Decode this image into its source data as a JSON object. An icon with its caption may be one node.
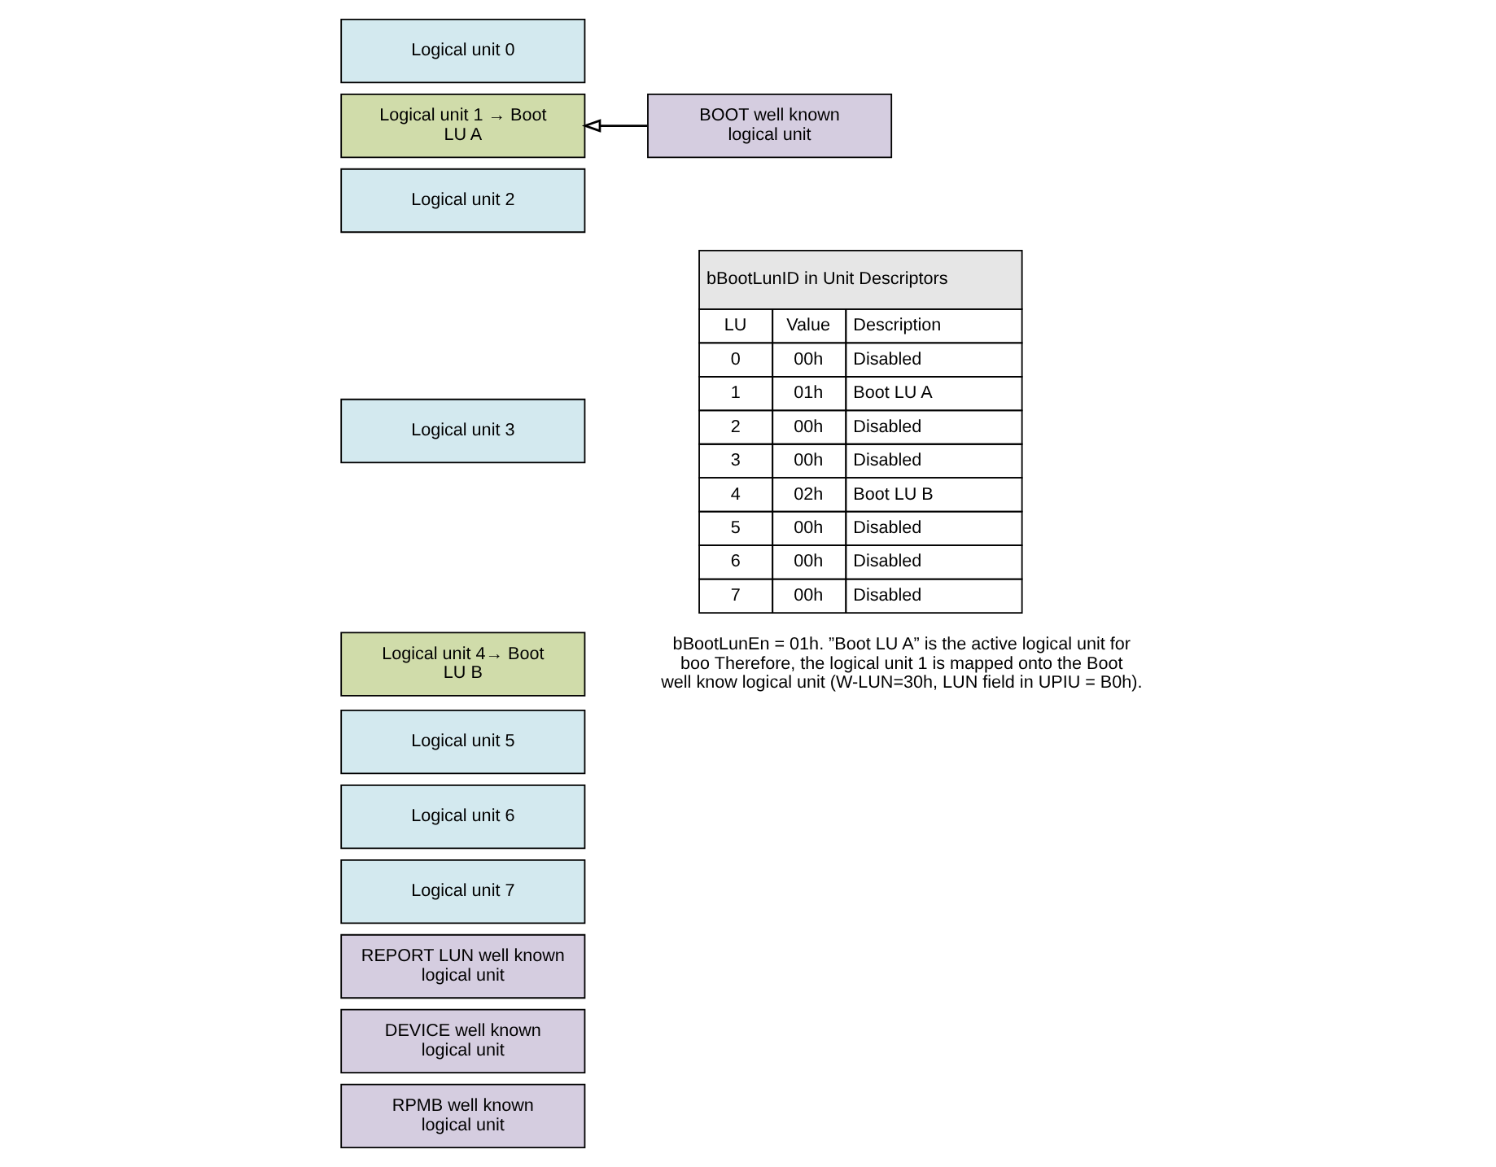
{
  "diagram": {
    "nodes": [
      {
        "text": [
          "Logical unit 0"
        ]
      },
      {
        "text": [
          "Logical unit 1 → Boot LU A"
        ]
      },
      {
        "text": [
          "Logical unit 2"
        ]
      },
      {
        "text": [
          "Logical unit 3"
        ]
      },
      {
        "text": [
          "Logical unit 4→ Boot LU B"
        ]
      },
      {
        "text": [
          "Logical unit 5"
        ]
      },
      {
        "text": [
          "Logical unit 6"
        ]
      },
      {
        "text": [
          "Logical unit 7"
        ]
      },
      {
        "text": [
          "REPORT LUN well known logical unit"
        ]
      },
      {
        "text": [
          "DEVICE well known logical unit"
        ]
      },
      {
        "text": [
          "RPMB well known logical unit"
        ]
      },
      {
        "text": [
          "BOOT well known logical unit"
        ]
      }
    ],
    "edges": [
      {
        "from": 11,
        "to": 1,
        "arrow": "to"
      }
    ],
    "labels": [
      "bBootLunID in Unit Descriptors",
      "LU",
      "Value",
      "Description",
      "0",
      "00h",
      "Disabled",
      "1",
      "01h",
      "Boot LU A",
      "2",
      "00h",
      "Disabled",
      "3",
      "00h",
      "Disabled",
      "4",
      "02h",
      "Boot LU B",
      "5",
      "00h",
      "Disabled",
      "6",
      "00h",
      "Disabled",
      "7",
      "00h",
      "Disabled",
      "bBootLunEn = 01h. ”Boot LU A” is the active logical unit for boo Therefore, the logical unit 1 is mapped onto the Boot well know logical unit (W-LUN=30h, LUN field in UPIU = B0h)."
    ]
  }
}
